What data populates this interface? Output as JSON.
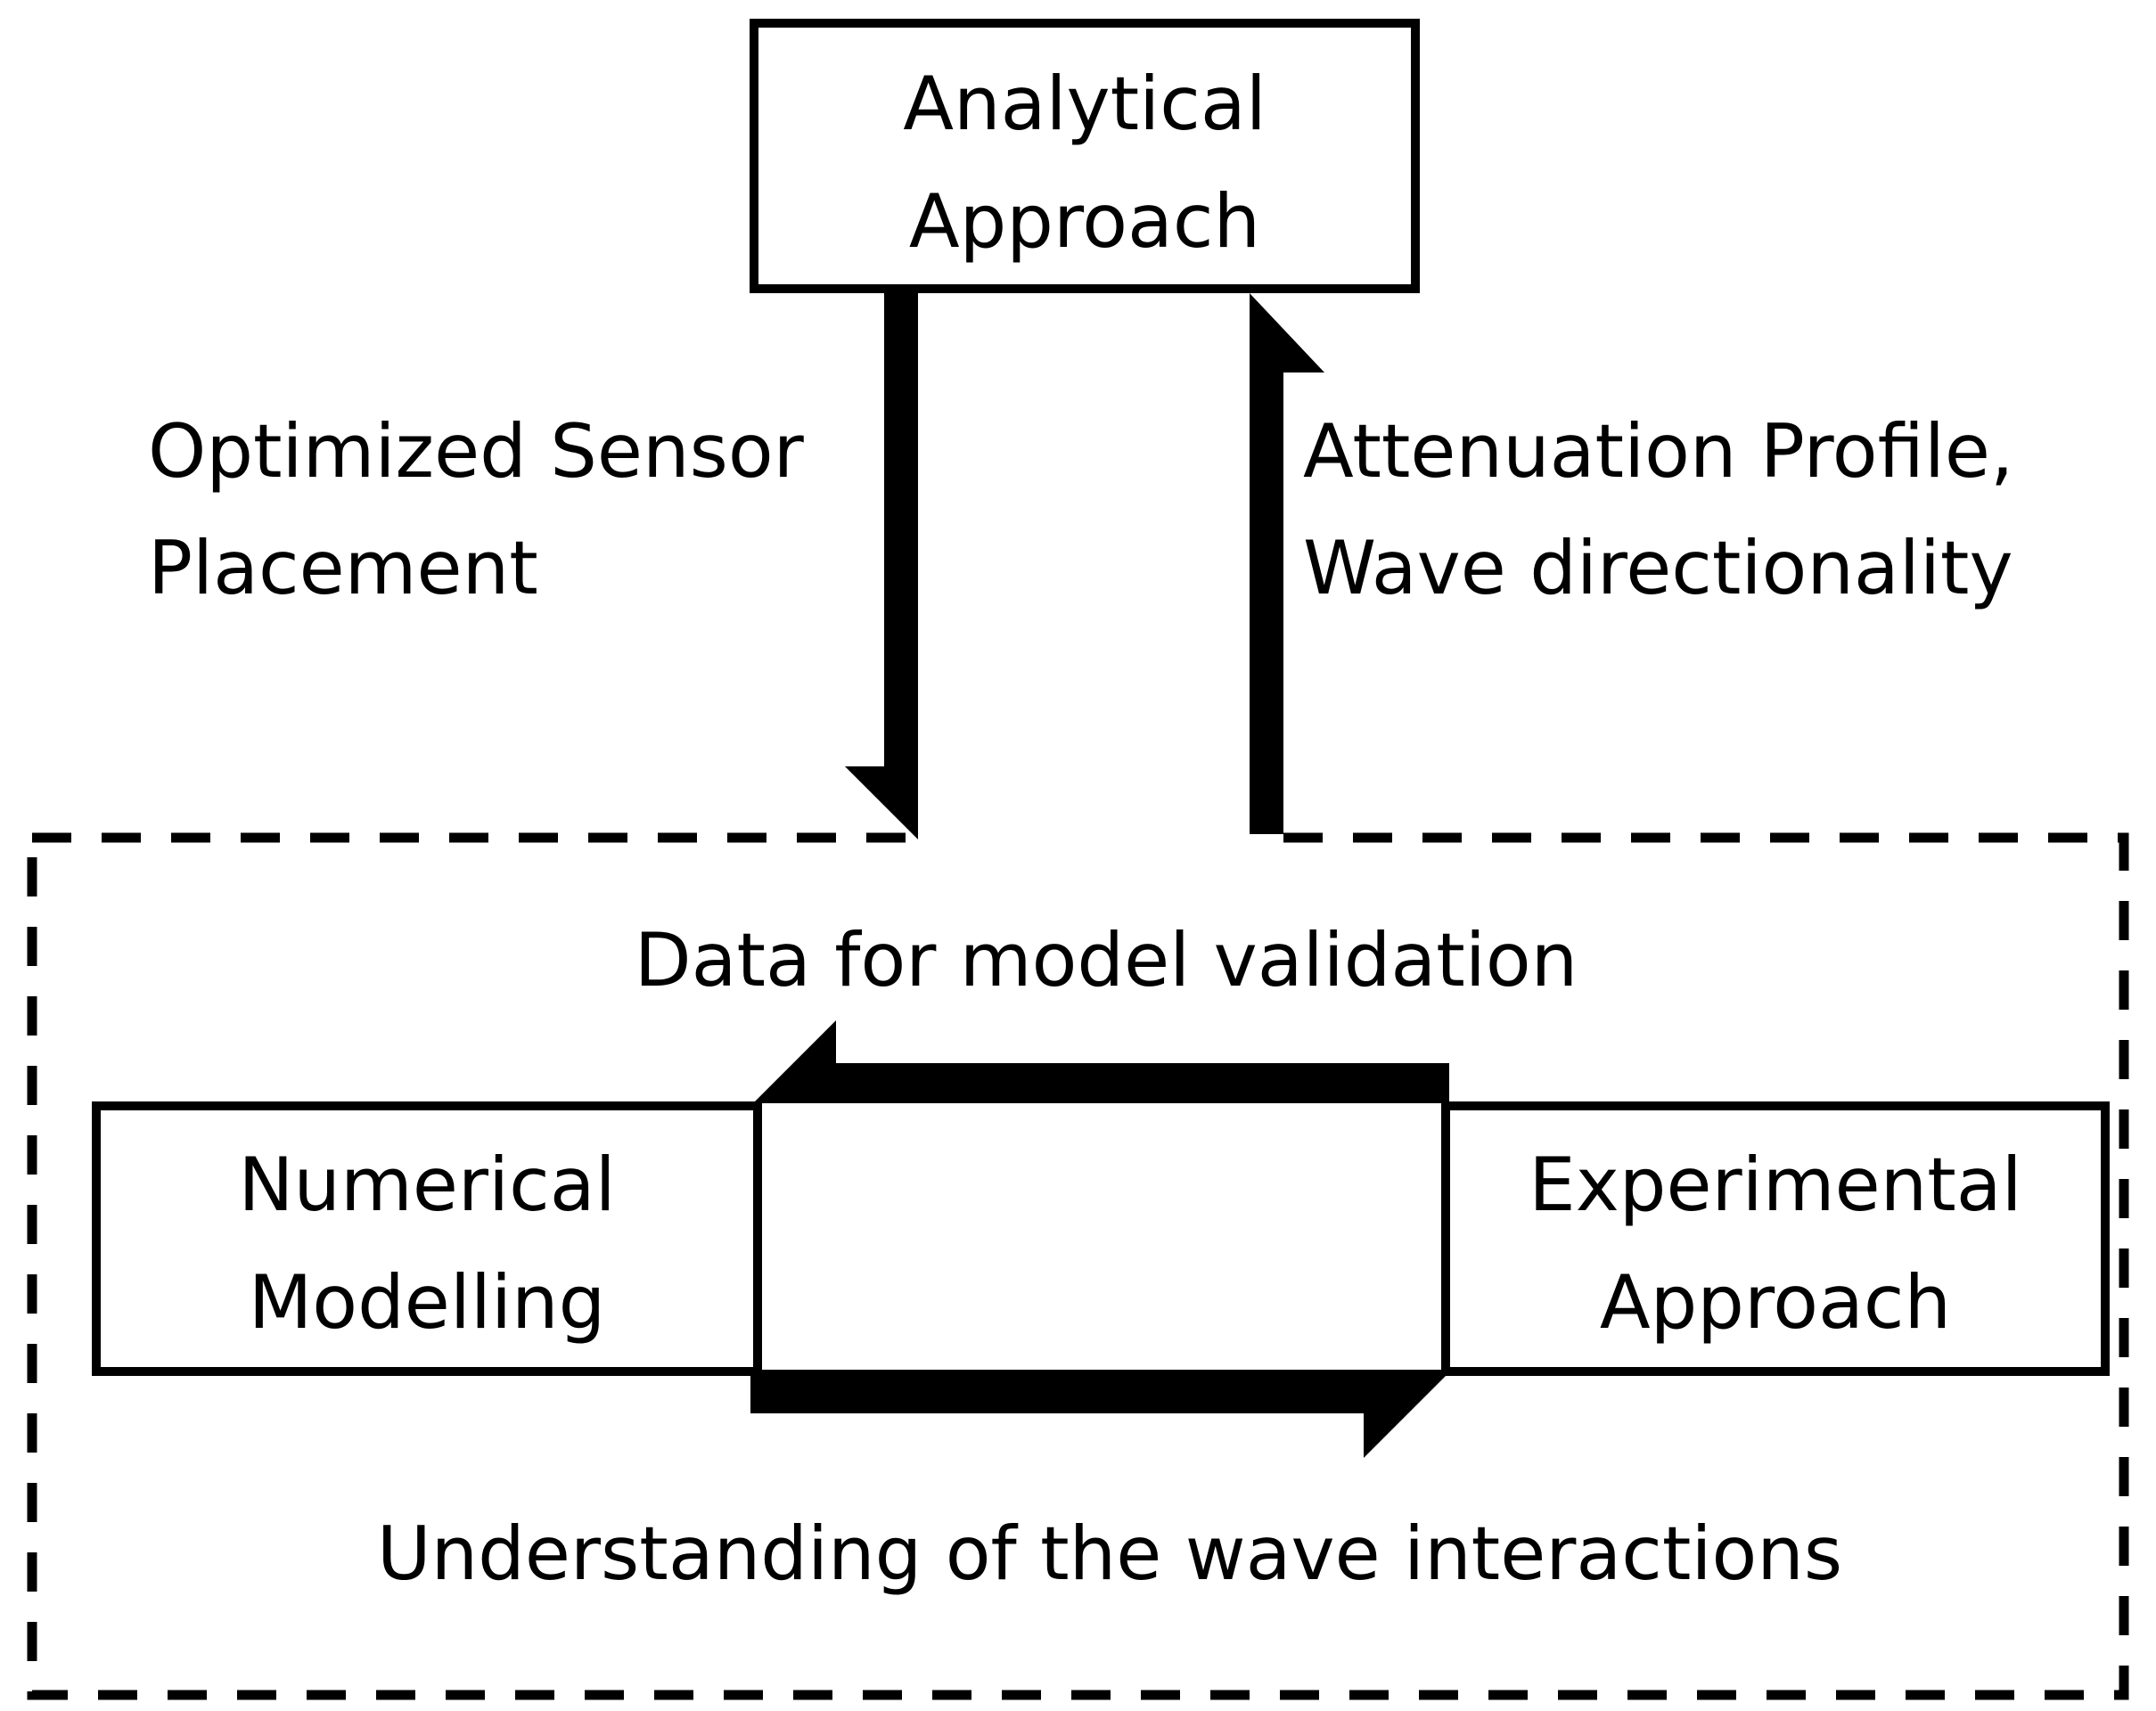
{
  "nodes": {
    "analytical": {
      "lines": [
        "Analytical",
        "Approach"
      ]
    },
    "numerical": {
      "lines": [
        "Numerical",
        "Modelling"
      ]
    },
    "experimental": {
      "lines": [
        "Experimental",
        "Approach"
      ]
    }
  },
  "edges": {
    "analytical_to_group": {
      "lines": [
        "Optimized Sensor",
        "Placement"
      ]
    },
    "group_to_analytical": {
      "lines": [
        "Attenuation Profile,",
        "Wave directionality"
      ]
    },
    "experimental_to_numerical": {
      "lines": [
        "Data for model validation"
      ]
    },
    "numerical_to_experimental": {
      "lines": [
        "Understanding of the wave interactions"
      ]
    }
  },
  "colors": {
    "stroke": "#000000",
    "background": "#ffffff"
  }
}
